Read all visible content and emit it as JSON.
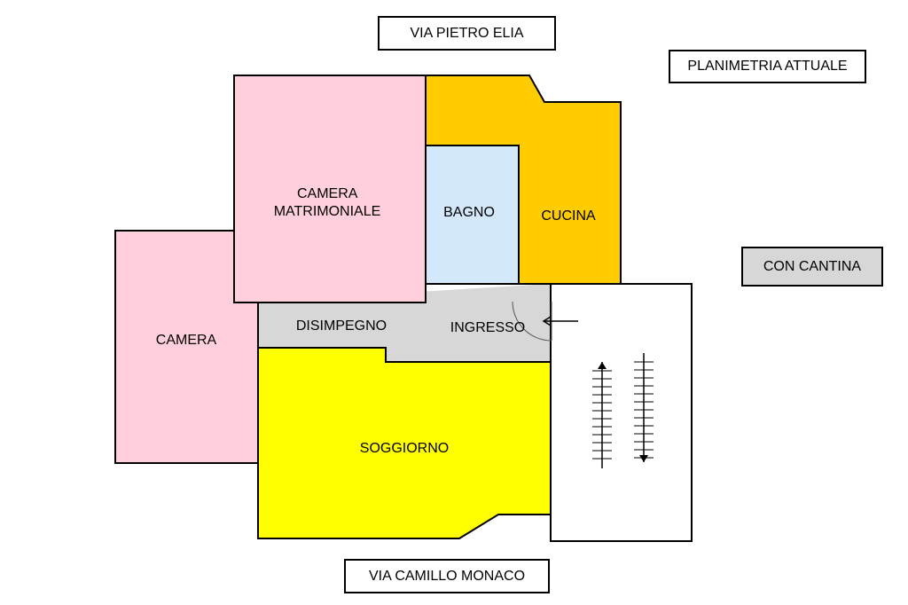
{
  "streets": {
    "north": "VIA PIETRO ELIA",
    "south": "VIA CAMILLO MONACO"
  },
  "plan_status": "PLANIMETRIA ATTUALE",
  "extra": "CON CANTINA",
  "rooms": {
    "camera_matrimoniale": [
      "CAMERA",
      "MATRIMONIALE"
    ],
    "bagno": "BAGNO",
    "cucina": "CUCINA",
    "camera": "CAMERA",
    "disimpegno": "DISIMPEGNO",
    "ingresso": "INGRESSO",
    "soggiorno": "SOGGIORNO"
  },
  "colors": {
    "camera": "#ffd0dc",
    "bagno": "#d3e8fa",
    "cucina": "#ffcc00",
    "corridoio": "#d7d7d7",
    "soggiorno": "#ffff00",
    "stairs_background": "#ffffff",
    "wall": "#000000"
  }
}
